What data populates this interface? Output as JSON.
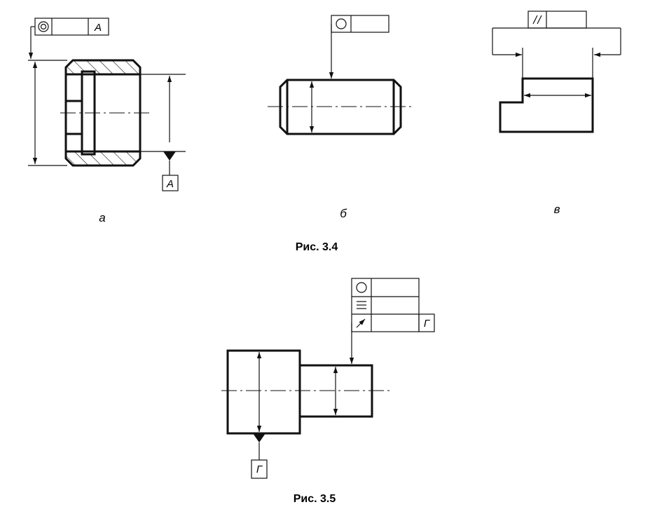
{
  "figure_3_4": {
    "caption": "Рис. 3.4",
    "subfigures": [
      {
        "label": "а",
        "frame": {
          "symbol": "concentricity-icon",
          "tolerance": "",
          "datum": "А"
        },
        "datum_box": "А"
      },
      {
        "label": "б",
        "frame": {
          "symbol": "roundness-icon",
          "tolerance": ""
        }
      },
      {
        "label": "в",
        "frame": {
          "symbol": "parallelism-icon",
          "tolerance": ""
        }
      }
    ]
  },
  "figure_3_5": {
    "caption": "Рис. 3.5",
    "frame_rows": [
      {
        "symbol": "roundness-icon",
        "tolerance": "",
        "datum": ""
      },
      {
        "symbol": "straightness-icon",
        "tolerance": "",
        "datum": ""
      },
      {
        "symbol": "runout-icon",
        "tolerance": "",
        "datum": "Г"
      }
    ],
    "datum_box": "Г"
  },
  "colors": {
    "ink": "#111111",
    "paper": "#ffffff"
  }
}
